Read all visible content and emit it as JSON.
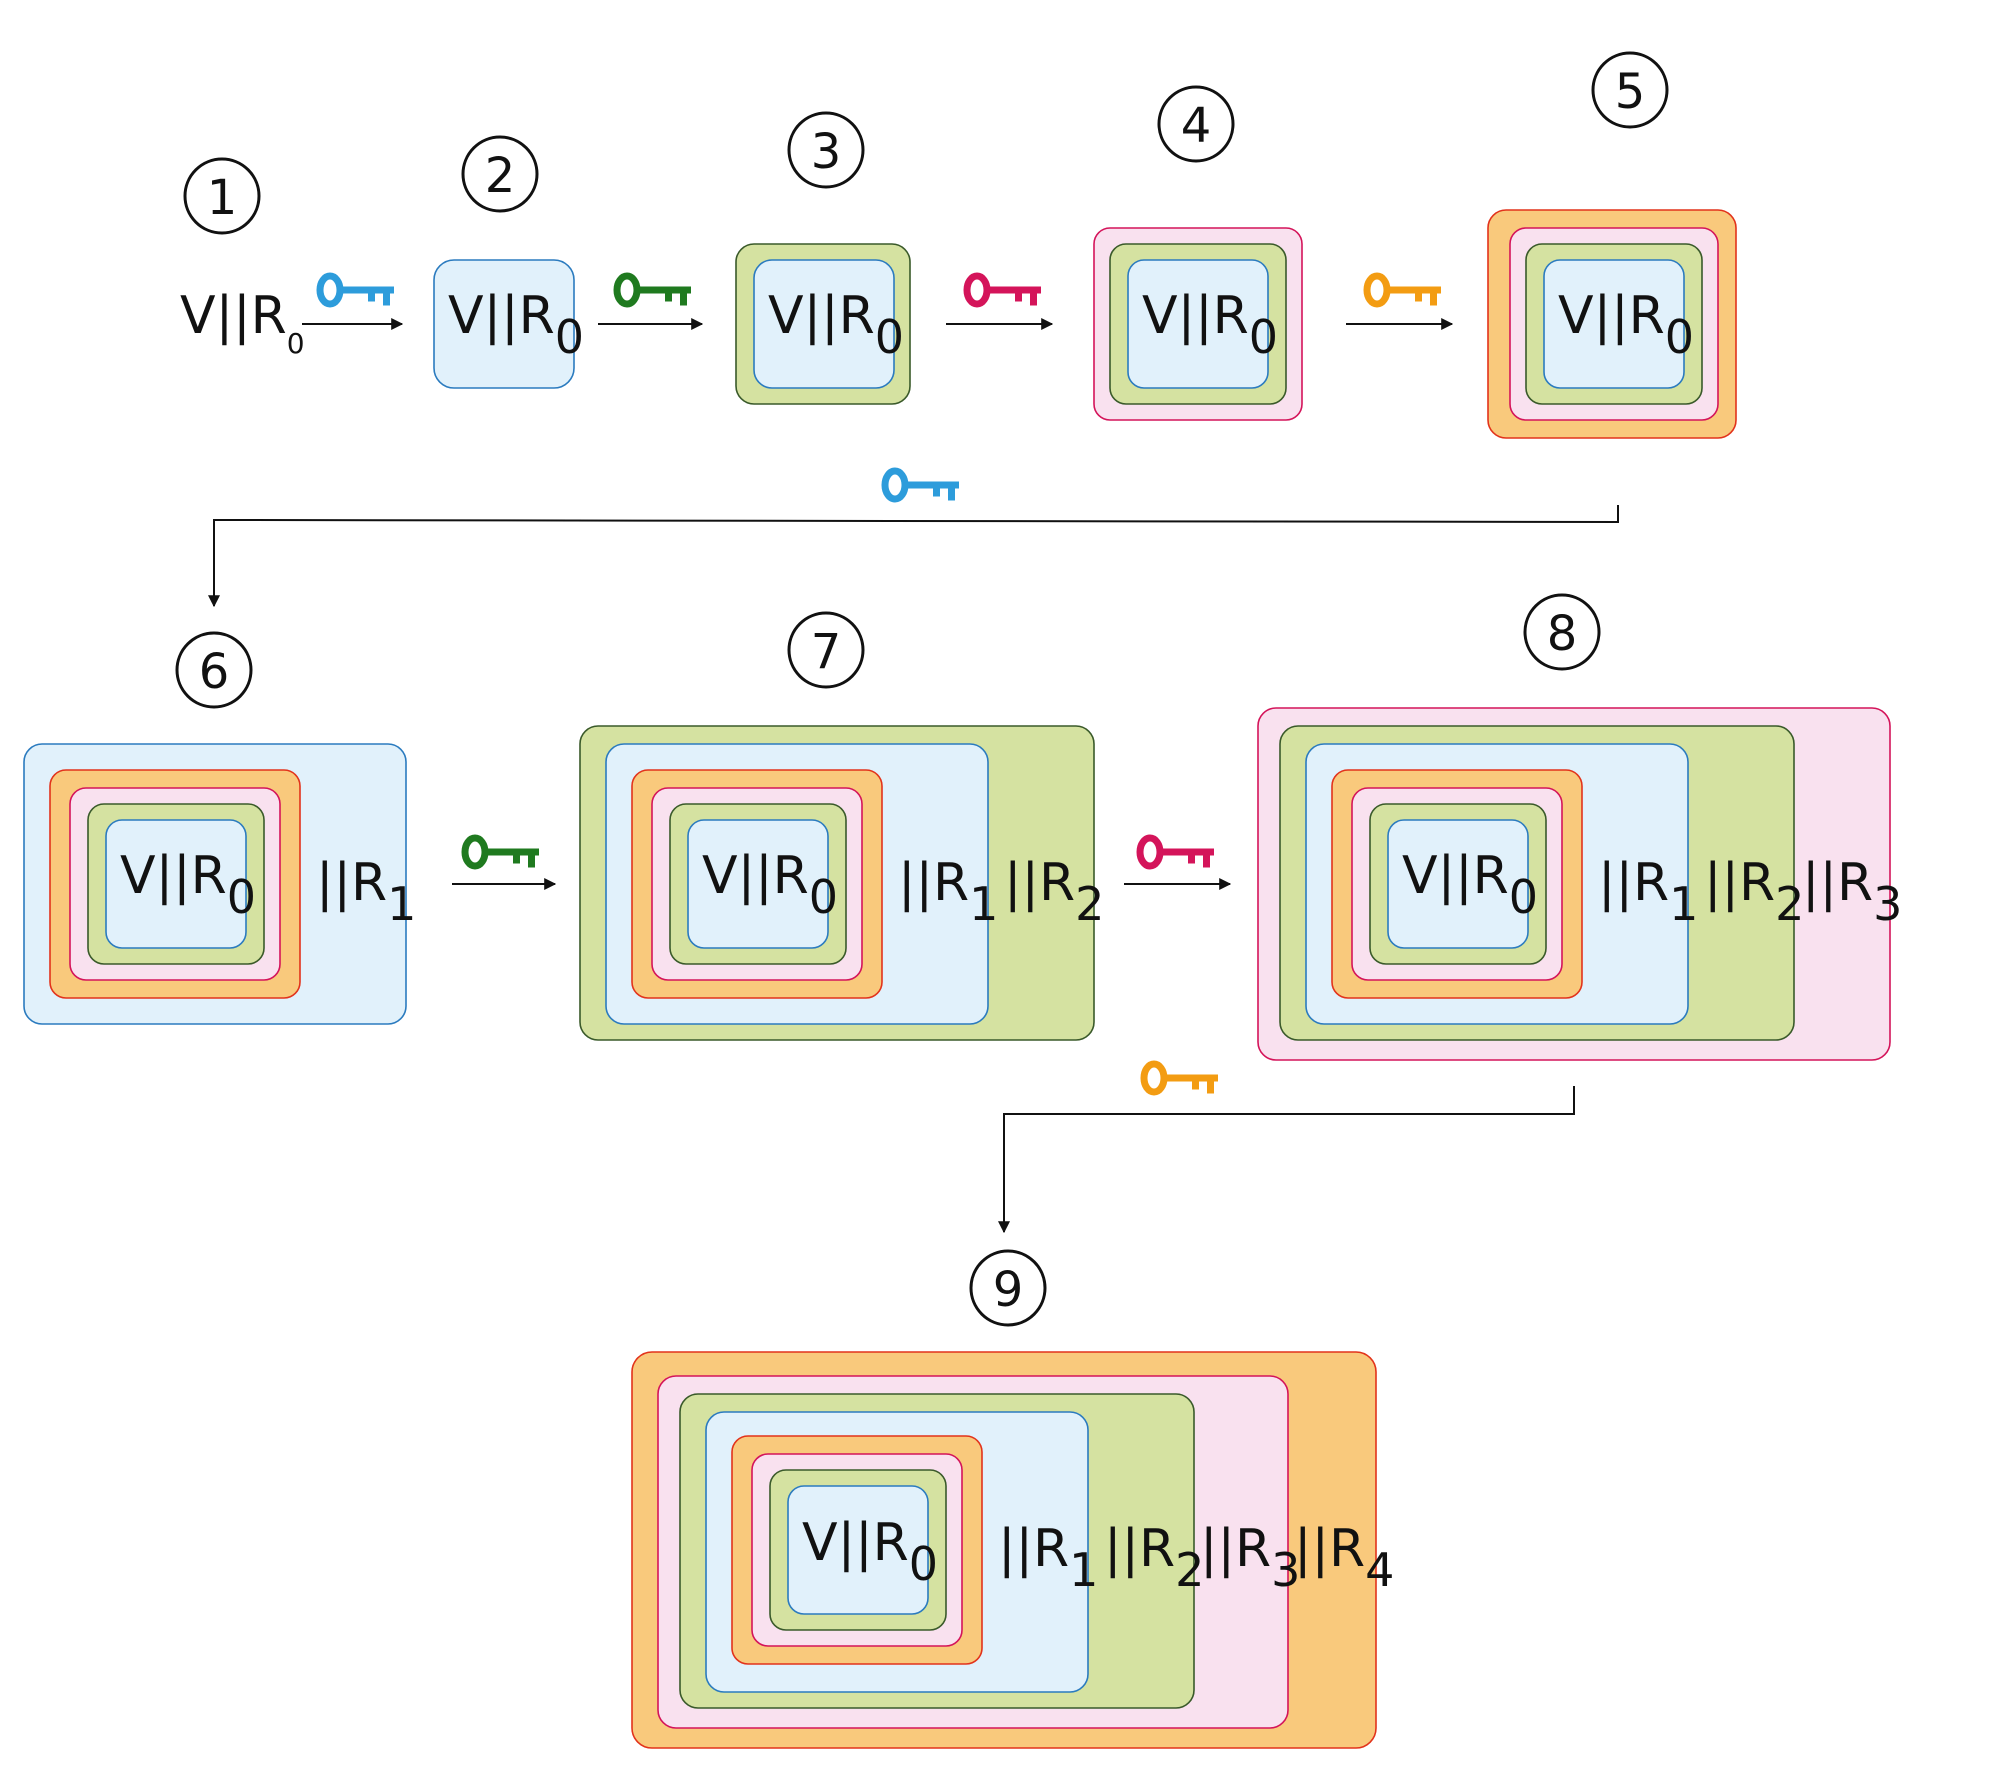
{
  "colors": {
    "blue_key": "#2d9cdb",
    "green_key": "#1f7a1f",
    "pink_key": "#d4145a",
    "orange_key": "#f39c12",
    "blue_fill": "#e1f1fb",
    "blue_stroke": "#2b7bbf",
    "green_fill": "#d5e2a1",
    "green_stroke": "#3a5a2a",
    "pink_fill": "#f9e1ef",
    "pink_stroke": "#d4145a",
    "orange_fill": "#f9c97c",
    "orange_stroke": "#e2331b",
    "line": "#111111"
  },
  "steps": [
    {
      "number": "1"
    },
    {
      "number": "2"
    },
    {
      "number": "3"
    },
    {
      "number": "4"
    },
    {
      "number": "5"
    },
    {
      "number": "6"
    },
    {
      "number": "7"
    },
    {
      "number": "8"
    },
    {
      "number": "9"
    }
  ],
  "labels": {
    "payload": "V||R",
    "payload_sub": "0",
    "r1": "||R",
    "r1_sub": "1",
    "r2": "||R",
    "r2_sub": "2",
    "r3": "||R",
    "r3_sub": "3",
    "r4": "||R",
    "r4_sub": "4"
  },
  "keys": [
    {
      "icon": "key-icon",
      "color": "blue"
    },
    {
      "icon": "key-icon",
      "color": "green"
    },
    {
      "icon": "key-icon",
      "color": "pink"
    },
    {
      "icon": "key-icon",
      "color": "orange"
    }
  ]
}
